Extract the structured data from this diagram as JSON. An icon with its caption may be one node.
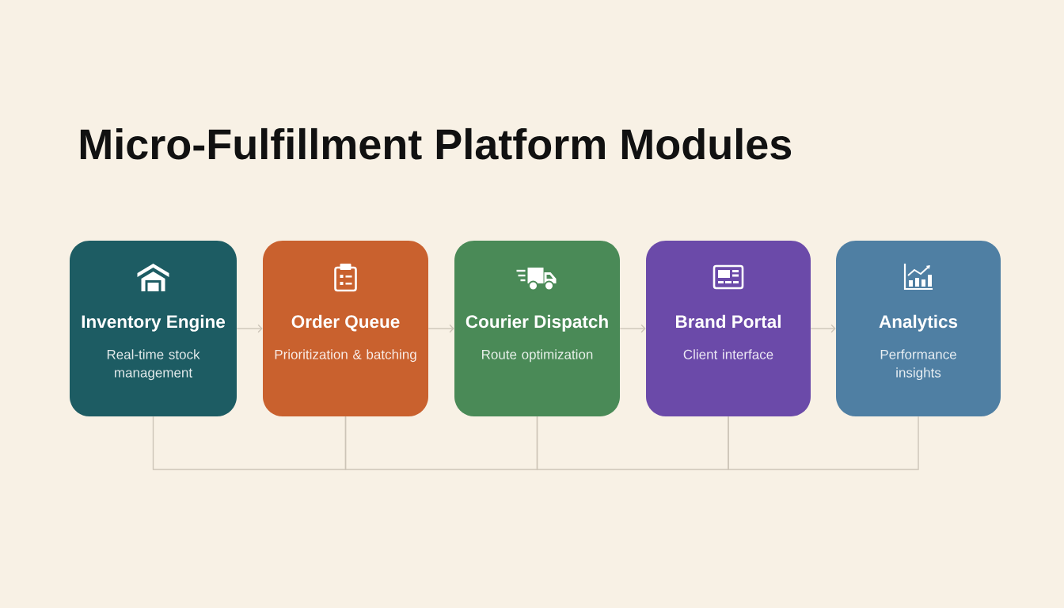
{
  "diagram": {
    "title": "Micro-Fulfillment Platform Modules",
    "nodes": [
      {
        "text": [
          "Inventory Engine",
          "Real-time stock management"
        ]
      },
      {
        "text": [
          "Order Queue",
          "Prioritization & batching"
        ]
      },
      {
        "text": [
          "Courier Dispatch",
          "Route optimization"
        ]
      },
      {
        "text": [
          "Brand Portal",
          "Client interface"
        ]
      },
      {
        "text": [
          "Analytics",
          "Performance insights"
        ]
      }
    ],
    "edges": [
      {
        "from": 0,
        "to": 1,
        "arrow": "to"
      },
      {
        "from": 1,
        "to": 2,
        "arrow": "to"
      },
      {
        "from": 2,
        "to": 3,
        "arrow": "to"
      },
      {
        "from": 3,
        "to": 4,
        "arrow": "to"
      },
      {
        "from": 0,
        "to": 1,
        "arrow": "none"
      },
      {
        "from": 1,
        "to": 2,
        "arrow": "none"
      },
      {
        "from": 2,
        "to": 3,
        "arrow": "none"
      },
      {
        "from": 3,
        "to": 4,
        "arrow": "none"
      }
    ]
  }
}
